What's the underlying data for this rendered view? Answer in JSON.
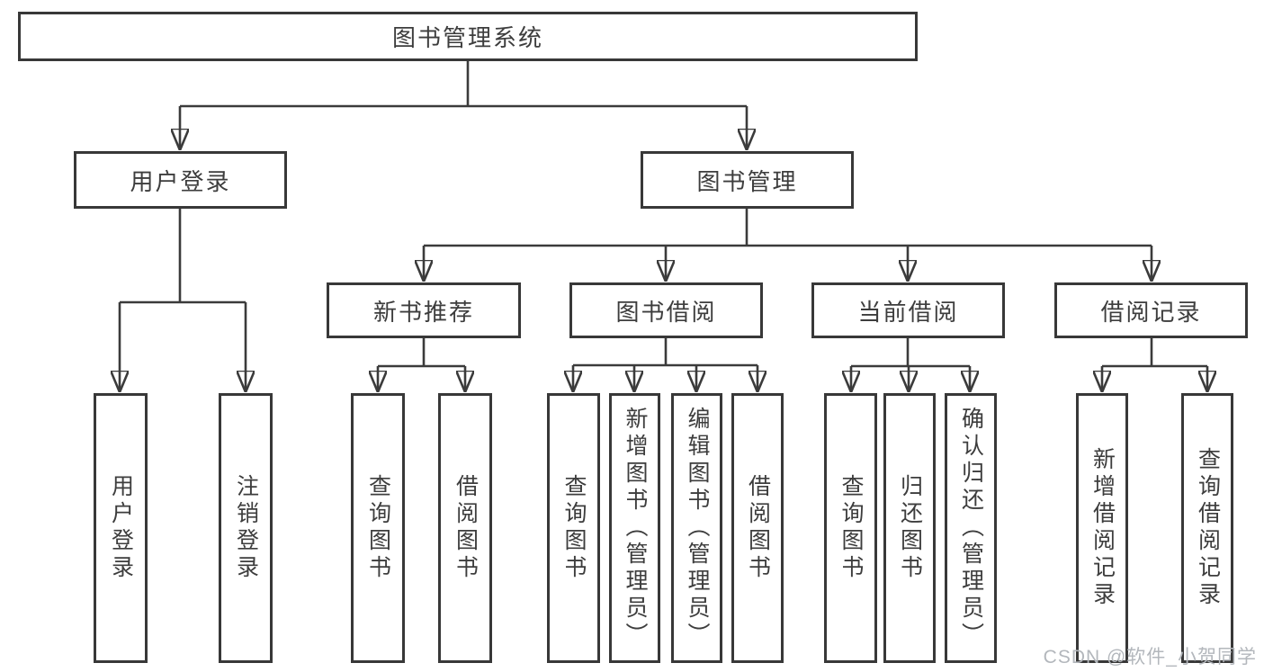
{
  "tree": {
    "root": {
      "label": "图书管理系统"
    },
    "branches": [
      {
        "label": "用户登录",
        "children": [
          {
            "label": "用户登录"
          },
          {
            "label": "注销登录"
          }
        ]
      },
      {
        "label": "图书管理",
        "children": [
          {
            "label": "新书推荐",
            "children": [
              {
                "label": "查询图书"
              },
              {
                "label": "借阅图书"
              }
            ]
          },
          {
            "label": "图书借阅",
            "children": [
              {
                "label": "查询图书"
              },
              {
                "label": "新增图书（管理员）"
              },
              {
                "label": "编辑图书（管理员）"
              },
              {
                "label": "借阅图书"
              }
            ]
          },
          {
            "label": "当前借阅",
            "children": [
              {
                "label": "查询图书"
              },
              {
                "label": "归还图书"
              },
              {
                "label": "确认归还（管理员）"
              }
            ]
          },
          {
            "label": "借阅记录",
            "children": [
              {
                "label": "新增借阅记录"
              },
              {
                "label": "查询借阅记录"
              }
            ]
          }
        ]
      }
    ]
  },
  "watermark": {
    "text": "CSDN @软件_小贺同学"
  },
  "colors": {
    "line": "#3b3b3b",
    "box_border": "#383838",
    "text": "#3d3d3d",
    "watermark": "#b3b7bc",
    "background": "#ffffff"
  }
}
